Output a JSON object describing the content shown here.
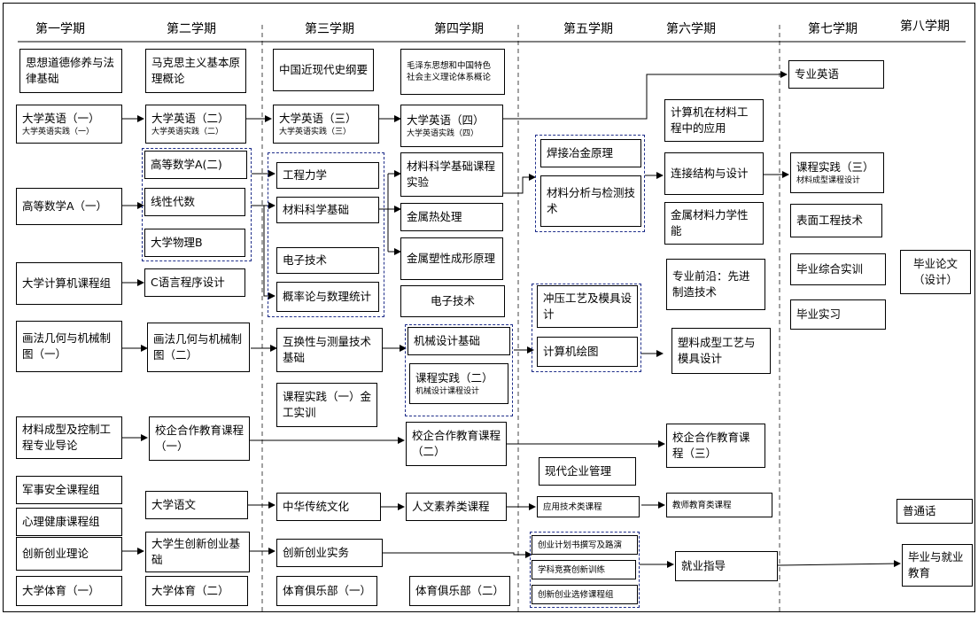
{
  "headers": [
    "第一学期",
    "第二学期",
    "第三学期",
    "第四学期",
    "第五学期",
    "第六学期",
    "第七学期",
    "第八学期"
  ],
  "courses": {
    "sixiang": "思想道德修养与法律基础",
    "makesi": "马克思主义基本原理概论",
    "zhongguo": "中国近现代史纲要",
    "maozedong": "毛泽东思想和中国特色社会主义理论体系概论",
    "zhuanyeyingyu": "专业英语",
    "yy1": {
      "t": "大学英语（一）",
      "s": "大学英语实践（一）"
    },
    "yy2": {
      "t": "大学英语（二）",
      "s": "大学英语实践（二）"
    },
    "yy3": {
      "t": "大学英语（三）",
      "s": "大学英语实践（三）"
    },
    "yy4": {
      "t": "大学英语（四）",
      "s": "大学英语实践（四）"
    },
    "jisuanji_cailiao": "计算机在材料工程中的应用",
    "gaoshu2": "高等数学A(二)",
    "xiandai": "线性代数",
    "wuli": "大学物理B",
    "gaoshu1": "高等数学A（一）",
    "gongcheng_lixue": "工程力学",
    "cailiao_jichu": "材料科学基础",
    "dianzi1": "电子技术",
    "gailvlun": "概率论与数理统计",
    "cailiao_shiyan": "材料科学基础课程实验",
    "jinshu_rechuli": "金属热处理",
    "suxing": "金属塑性成形原理",
    "dianzi2": "电子技术",
    "hanjie": "焊接冶金原理",
    "fenxi": "材料分析与检测技术",
    "lianjie": "连接结构与设计",
    "lixue_xingneng": "金属材料力学性能",
    "qianyan": "专业前沿：先进制造技术",
    "kcsj3": {
      "t": "课程实践（三）",
      "s": "材料成型课程设计"
    },
    "biaomian": "表面工程技术",
    "zonghe": "毕业综合实训",
    "shixi": "毕业实习",
    "lunwen": "毕业论文（设计）",
    "jisuanji_jichu": "大学计算机课程组",
    "cyuyan": "C语言程序设计",
    "huafa1": "画法几何与机械制图（一）",
    "huafa2": "画法几何与机械制图（二）",
    "huhuan": "互换性与测量技术基础",
    "jixie_sheji": "机械设计基础",
    "kcsj2": {
      "t": "课程实践（二）",
      "s": "机械设计课程设计"
    },
    "chongya": "冲压工艺及模具设计",
    "huitu": "计算机绘图",
    "suliao": "塑料成型工艺与模具设计",
    "kcsj1": "课程实践（一）金工实训",
    "daolun": "材料成型及控制工程专业导论",
    "xiaoqi1": "校企合作教育课程（一）",
    "xiaoqi2": "校企合作教育课程（二）",
    "xiaoqi3": "校企合作教育课程（三）",
    "qiye": "现代企业管理",
    "junshi": "军事安全课程组",
    "xinli": "心理健康课程组",
    "yuwen": "大学语文",
    "chuantong": "中华传统文化",
    "renwen": "人文素养类课程",
    "yingyong": "应用技术类课程",
    "jiaoshi": "教师教育类课程",
    "putonghua": "普通话",
    "cx_lilun": "创新创业理论",
    "cx_jichu": "大学生创新创业基础",
    "cx_shiwu": "创新创业实务",
    "cx_jihua": "创业计划书撰写及路演",
    "cx_jingsai": "学科竞赛创新训练",
    "cx_xuanxiu": "创新创业选修课程组",
    "jiuye": "就业指导",
    "biye_jiuye": "毕业与就业教育",
    "ty1": "大学体育（一）",
    "ty2": "大学体育（二）",
    "julebu1": "体育俱乐部（一）",
    "julebu2": "体育俱乐部（二）"
  }
}
